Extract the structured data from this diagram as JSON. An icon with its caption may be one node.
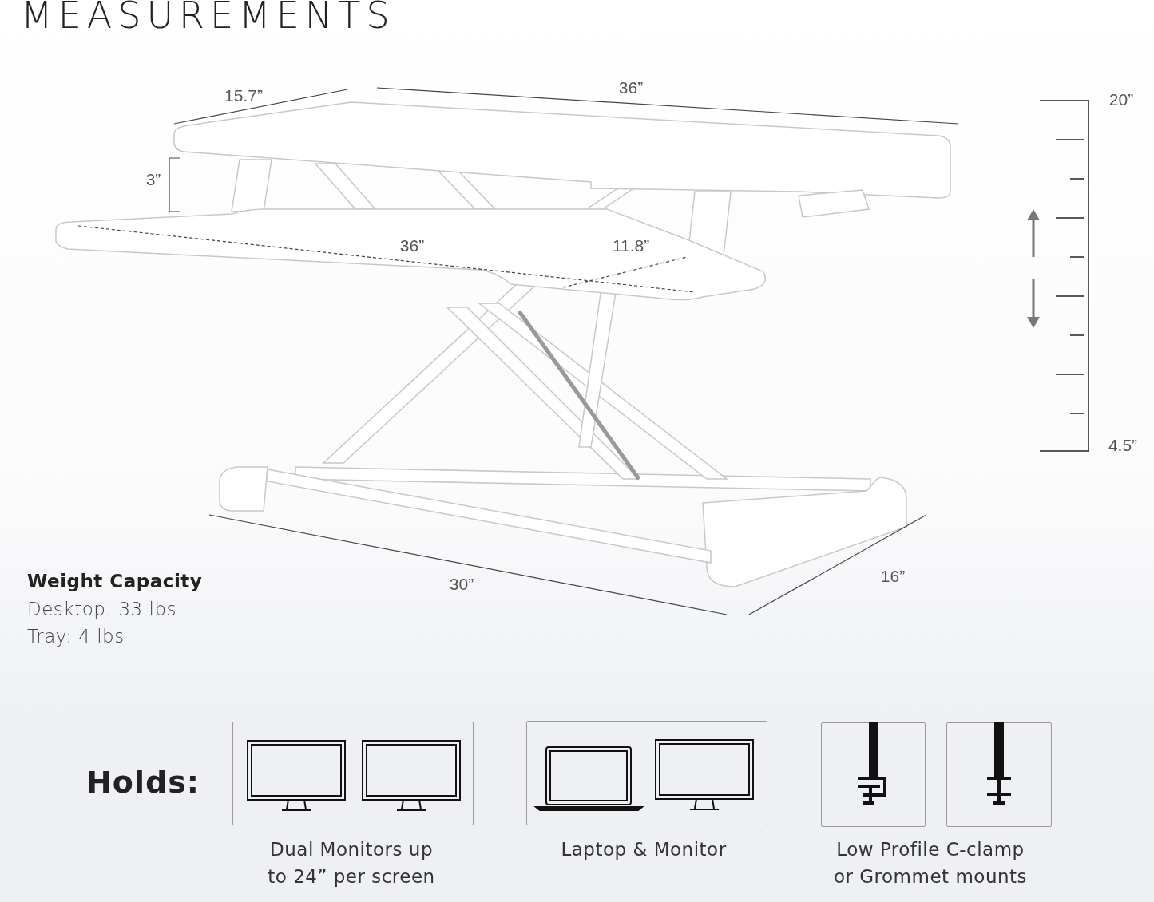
{
  "diagram": {
    "title": "MEASUREMENTS",
    "nodes": [
      {
        "text": [],
        "shape": "box",
        "beside": [
          "Dual Monitors up to 24” per screen"
        ]
      },
      {
        "text": [],
        "shape": "box",
        "beside": [
          "Laptop & Monitor"
        ]
      },
      {
        "text": [],
        "shape": "box",
        "beside": [
          "Low Profile C-clamp or Grommet mounts"
        ]
      },
      {
        "text": [],
        "shape": "box"
      }
    ],
    "labels": [
      "15.7”",
      "36”",
      "20”",
      "3”",
      "36”",
      "11.8”",
      "4.5”",
      "Weight Capacity",
      "Desktop: 33 lbs",
      "30”",
      "16”",
      "Tray: 4 lbs",
      "Holds:"
    ]
  }
}
